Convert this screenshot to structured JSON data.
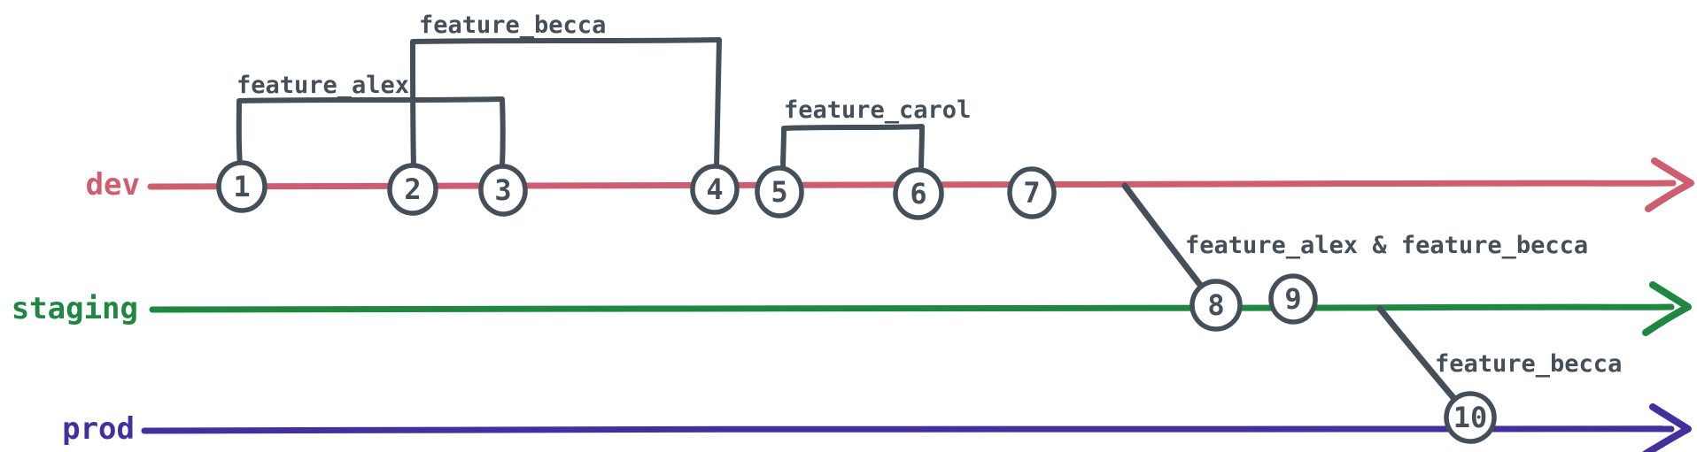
{
  "branches": [
    {
      "name": "dev",
      "color": "#cf5d70"
    },
    {
      "name": "staging",
      "color": "#1f8742"
    },
    {
      "name": "prod",
      "color": "#43309e"
    }
  ],
  "feature_brackets": [
    {
      "label": "feature_alex",
      "from_commit": "1",
      "to_commit": "3",
      "branch": "dev"
    },
    {
      "label": "feature_becca",
      "from_commit": "2",
      "to_commit": "4",
      "branch": "dev"
    },
    {
      "label": "feature_carol",
      "from_commit": "5",
      "to_commit": "6",
      "branch": "dev"
    }
  ],
  "merges": [
    {
      "label": "feature_alex & feature_becca",
      "from_branch": "dev",
      "to_branch": "staging",
      "at_commit": "8"
    },
    {
      "label": "feature_becca",
      "from_branch": "staging",
      "to_branch": "prod",
      "at_commit": "10"
    }
  ],
  "commits": [
    {
      "label": "1",
      "branch": "dev"
    },
    {
      "label": "2",
      "branch": "dev"
    },
    {
      "label": "3",
      "branch": "dev"
    },
    {
      "label": "4",
      "branch": "dev"
    },
    {
      "label": "5",
      "branch": "dev"
    },
    {
      "label": "6",
      "branch": "dev"
    },
    {
      "label": "7",
      "branch": "dev"
    },
    {
      "label": "8",
      "branch": "staging"
    },
    {
      "label": "9",
      "branch": "staging"
    },
    {
      "label": "10",
      "branch": "prod"
    }
  ],
  "colors": {
    "ink": "#454f5a",
    "background": "#ffffff"
  }
}
